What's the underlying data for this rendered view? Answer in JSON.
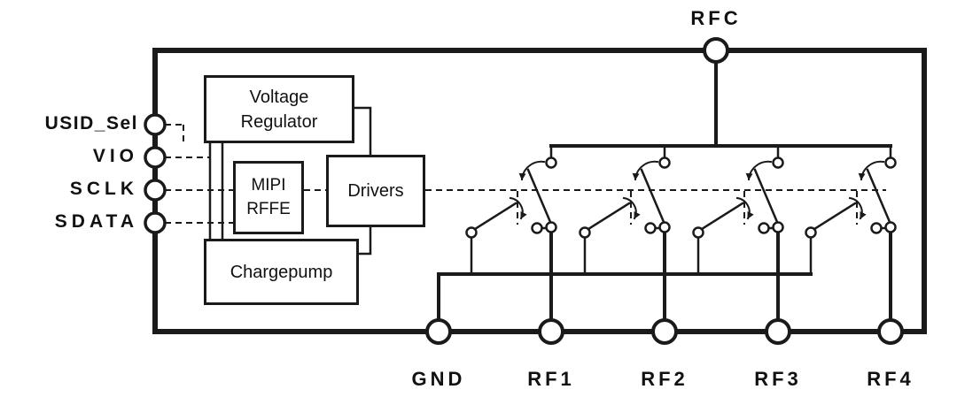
{
  "pins": {
    "rfc": {
      "label": "RFC"
    },
    "left": [
      {
        "label": "USID_Sel"
      },
      {
        "label": "VIO"
      },
      {
        "label": "SCLK"
      },
      {
        "label": "SDATA"
      }
    ],
    "bottom": [
      {
        "label": "GND"
      },
      {
        "label": "RF1"
      },
      {
        "label": "RF2"
      },
      {
        "label": "RF3"
      },
      {
        "label": "RF4"
      }
    ]
  },
  "blocks": {
    "voltage_regulator": {
      "label": "Voltage\nRegulator"
    },
    "mipi_rffe": {
      "label": "MIPI\nRFFE"
    },
    "drivers": {
      "label": "Drivers"
    },
    "chargepump": {
      "label": "Chargepump"
    }
  },
  "colors": {
    "line": "#1a1a1a",
    "background": "#ffffff"
  }
}
